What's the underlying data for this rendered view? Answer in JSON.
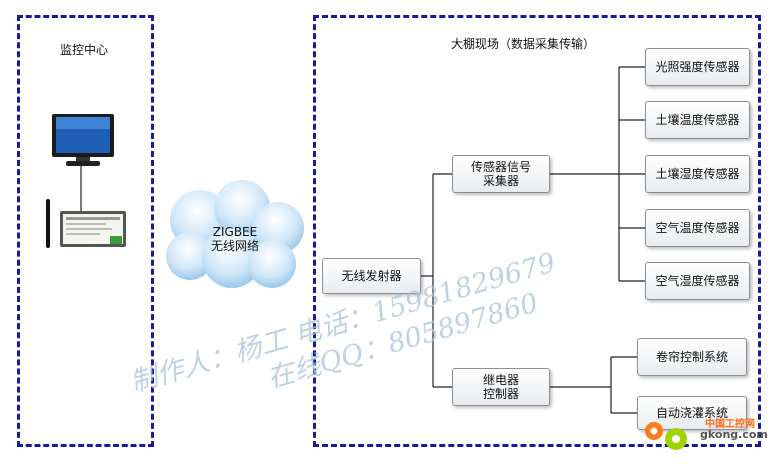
{
  "left_panel": {
    "title": "监控中心"
  },
  "right_panel": {
    "title": "大棚现场（数据采集传输）"
  },
  "cloud": {
    "line1": "ZIGBEE",
    "line2": "无线网络"
  },
  "nodes": {
    "transmitter": "无线发射器",
    "collector": "传感器信号\n采集器",
    "relay": "继电器\n控制器"
  },
  "sensors": [
    "光照强度传感器",
    "土壤温度传感器",
    "土壤湿度传感器",
    "空气温度传感器",
    "空气湿度传感器"
  ],
  "controls": [
    "卷帘控制系统",
    "自动浇灌系统"
  ],
  "watermark": {
    "line1": "制作人：杨工  电话：15981829679",
    "line2": "在线QQ：805897860"
  },
  "logo": {
    "text": "gkong.com",
    "cn": "中国工控网"
  },
  "colors": {
    "border": "#1a1a9c",
    "watermark": "#a9c4dc"
  }
}
